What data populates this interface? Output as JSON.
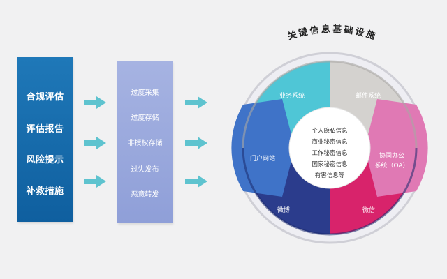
{
  "left_panel": {
    "items": [
      "合规评估",
      "评估报告",
      "风险提示",
      "补救措施"
    ]
  },
  "middle_panel": {
    "items": [
      "过度采集",
      "过度存储",
      "非授权存储",
      "过失发布",
      "恶意转发"
    ]
  },
  "wheel": {
    "title": "关键信息基础设施",
    "segments": [
      {
        "label": "业务系统",
        "color": "#4fc6d6"
      },
      {
        "label": "邮件系统",
        "color": "#d4d2cf"
      },
      {
        "label": "协同办公",
        "label2": "系统（OA）",
        "color": "#e079b4"
      },
      {
        "label": "微信",
        "color": "#d8236b"
      },
      {
        "label": "微博",
        "color": "#2b3c8c"
      },
      {
        "label": "门户网站",
        "color": "#3f73c8"
      }
    ],
    "center_lines": [
      "个人隐私信息",
      "商业秘密信息",
      "工作秘密信息",
      "国家秘密信息",
      "有害信息等"
    ]
  },
  "colors": {
    "arrow": "#5ec3cf",
    "left_panel": "#1a6fb0",
    "middle_panel": "#9aa9de"
  }
}
